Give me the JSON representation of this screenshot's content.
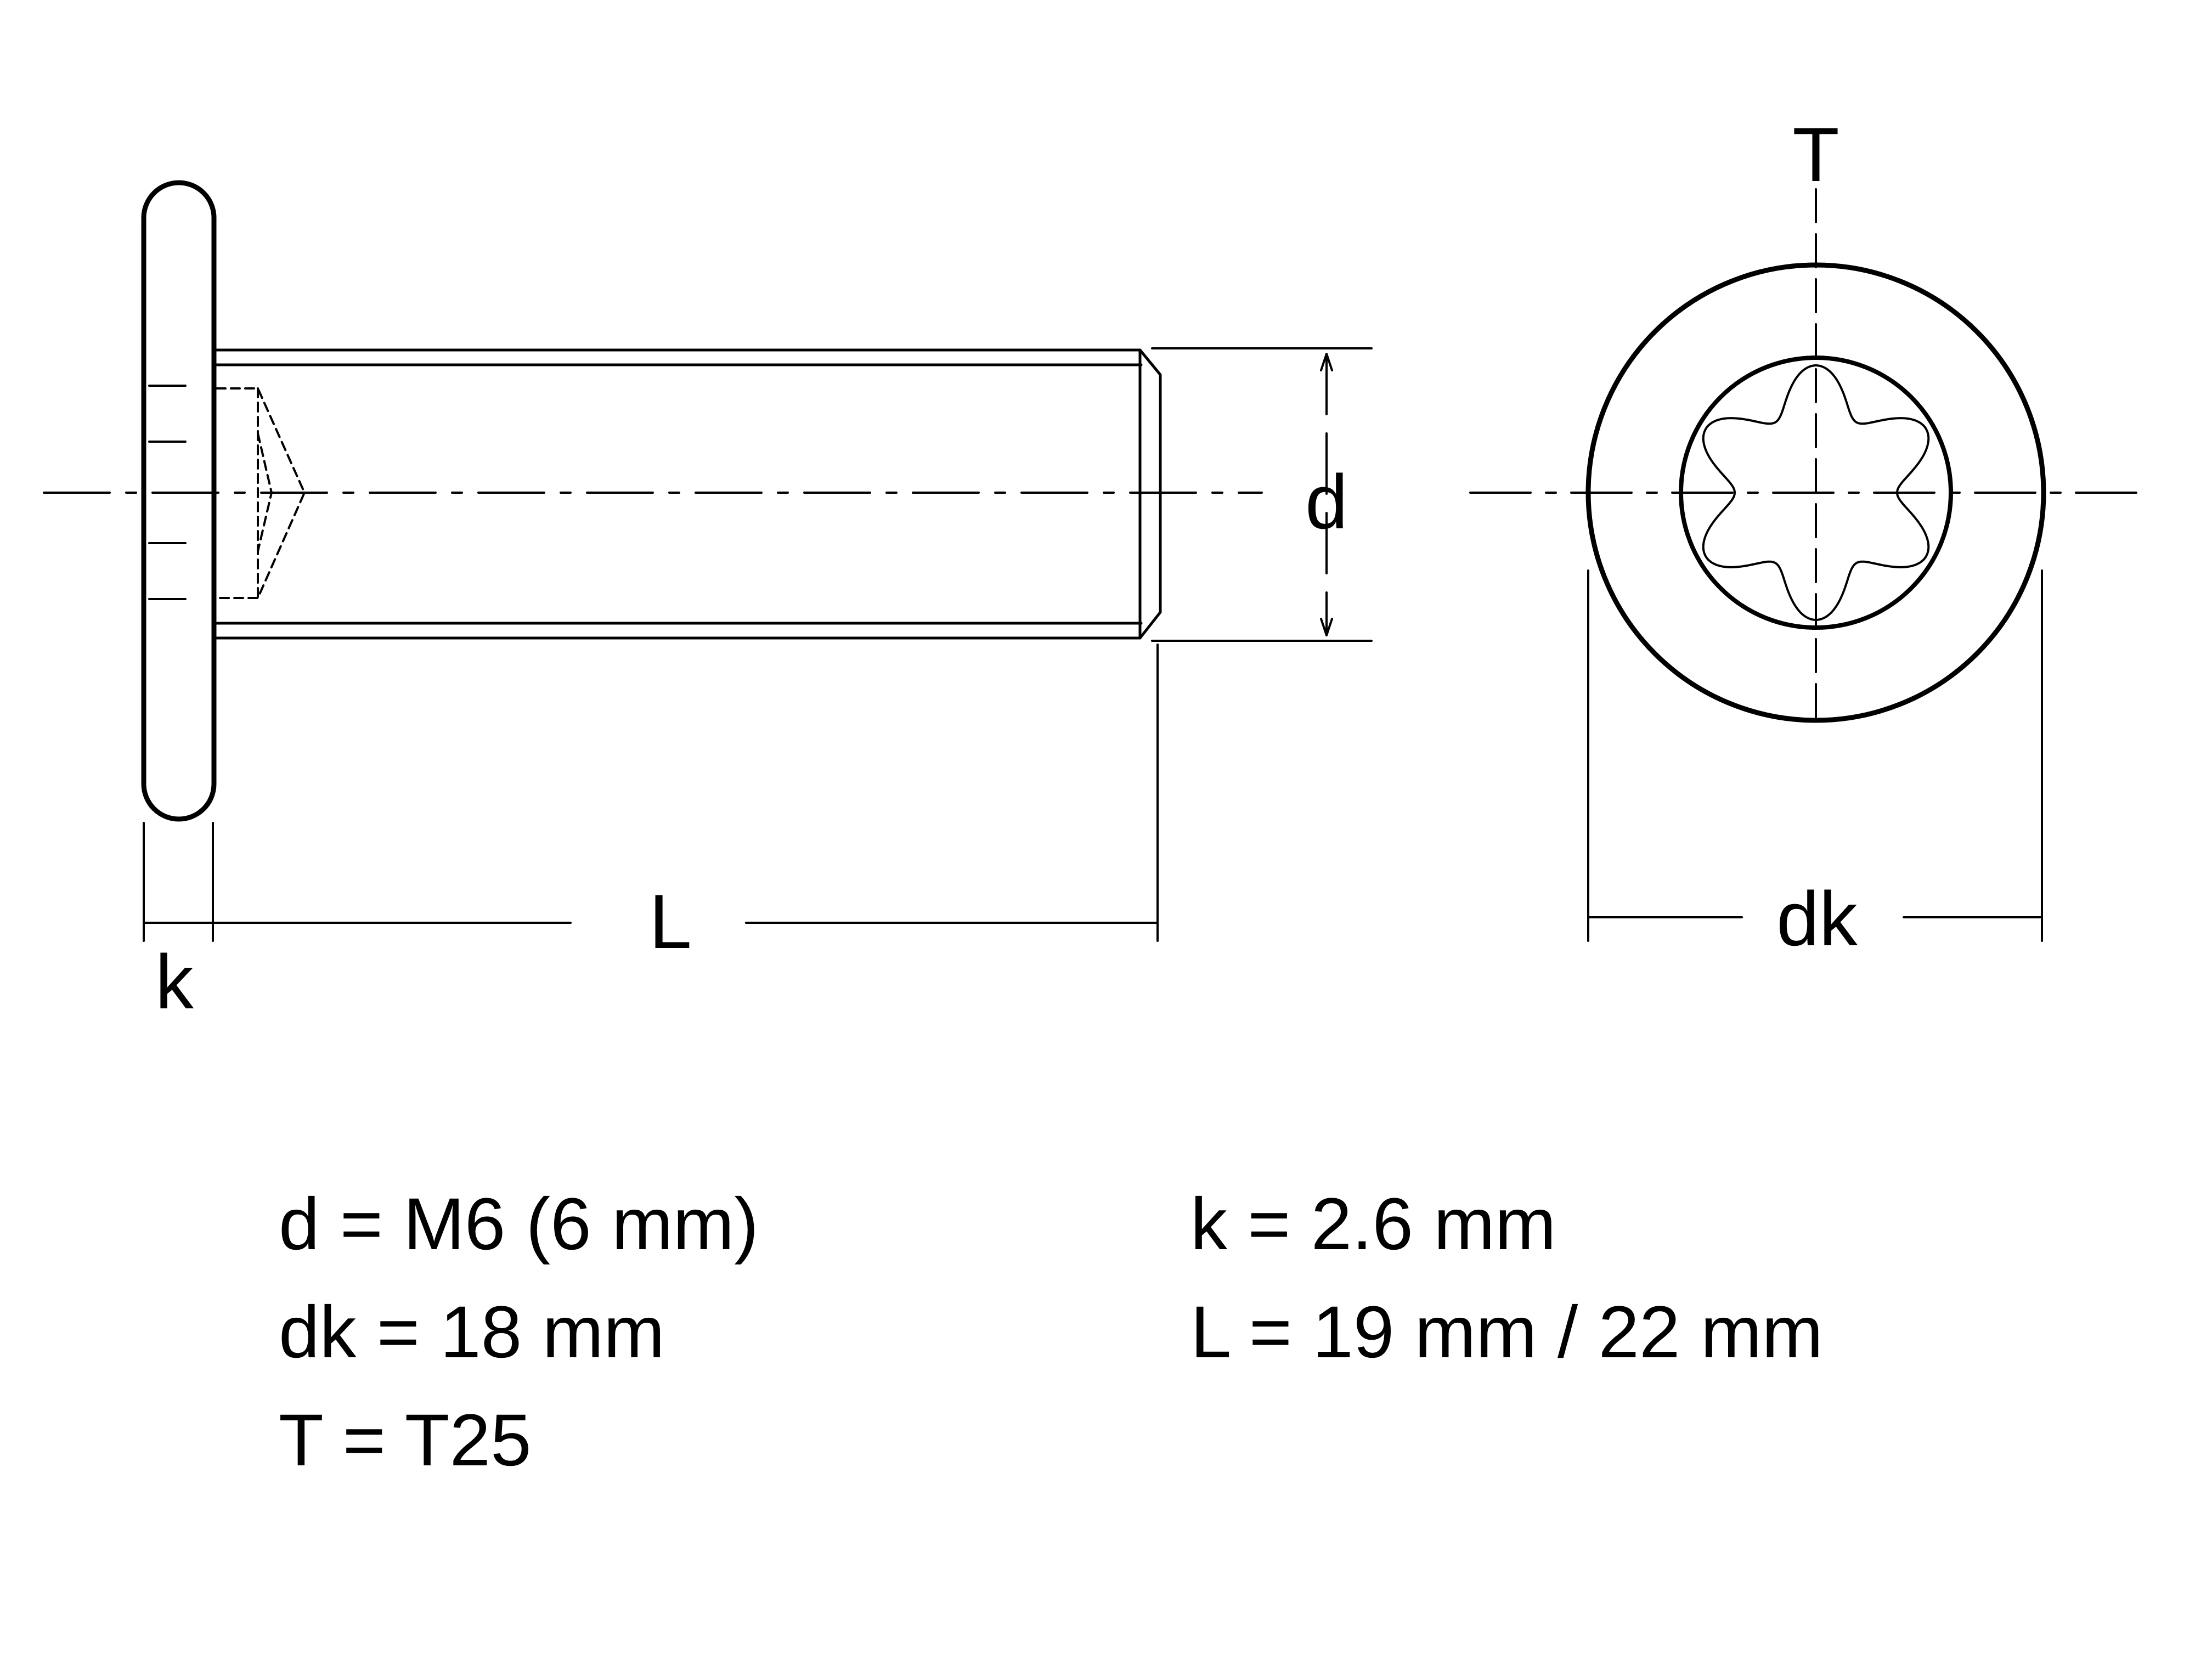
{
  "diagram": {
    "labels": {
      "d": "d",
      "L": "L",
      "k": "k",
      "T": "T",
      "dk": "dk"
    }
  },
  "specs": {
    "d": "d = M6 (6 mm)",
    "dk": "dk = 18 mm",
    "T": "T = T25",
    "k": "k = 2.6 mm",
    "L": "L = 19 mm / 22 mm"
  },
  "colors": {
    "line": "#000000",
    "background": "#ffffff"
  }
}
